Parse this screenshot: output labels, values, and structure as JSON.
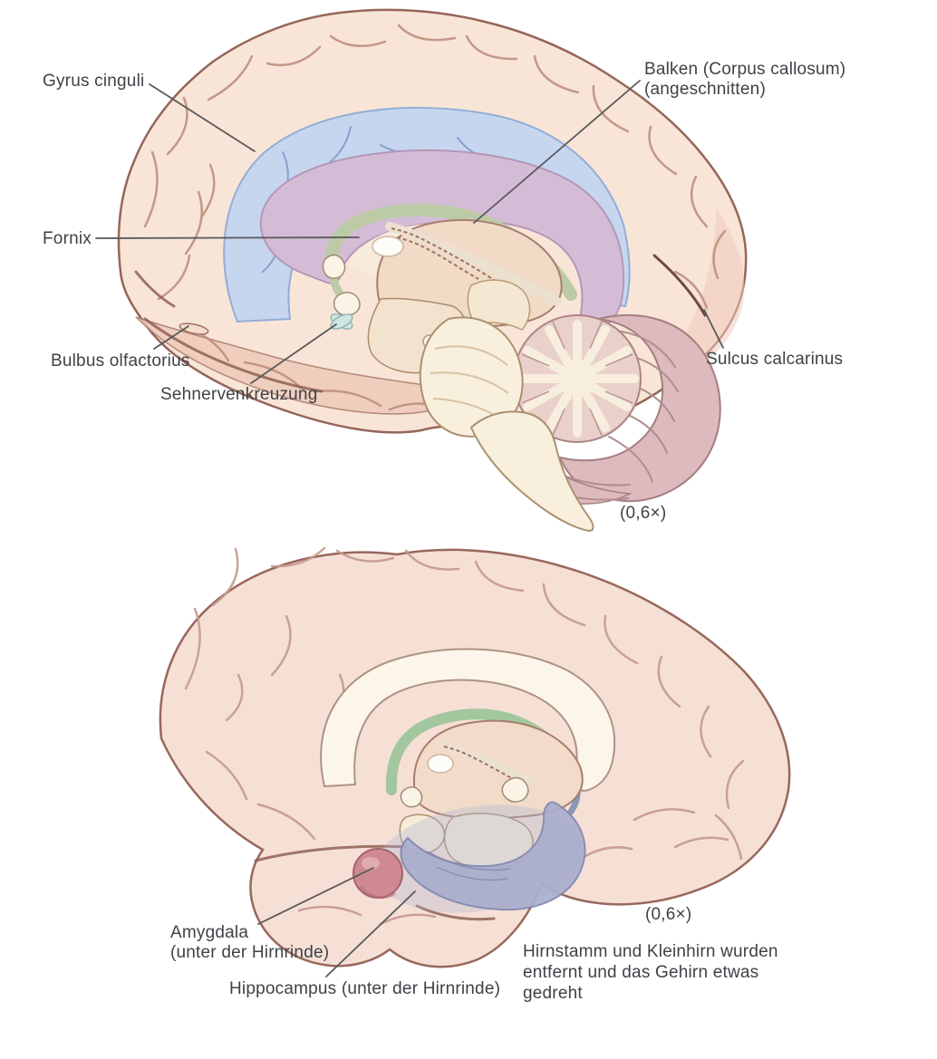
{
  "figure_type": "anatomical-diagram",
  "language": "de",
  "top_figure": {
    "description_role": "medial view of brain with limbic structures highlighted",
    "labels": {
      "gyrus_cinguli": "Gyrus cinguli",
      "balken_line1": "Balken (Corpus callosum)",
      "balken_line2": "(angeschnitten)",
      "fornix": "Fornix",
      "bulbus_olfactorius": "Bulbus olfactorius",
      "sehnervenkreuzung": "Sehnervenkreuzung",
      "sulcus_calcarinus": "Sulcus calcarinus",
      "scale": "(0,6×)"
    }
  },
  "bottom_figure": {
    "description_role": "brain with brainstem and cerebellum removed, amygdala and hippocampus shown",
    "labels": {
      "amygdala_line1": "Amygdala",
      "amygdala_line2": "(unter der Hirnrinde)",
      "hippocampus": "Hippocampus (unter der Hirnrinde)",
      "scale": "(0,6×)"
    },
    "caption": {
      "line1": "Hirnstamm und Kleinhirn wurden",
      "line2": "entfernt und das Gehirn etwas",
      "line3": "gedreht"
    }
  },
  "colors": {
    "background": "#ffffff",
    "label_text": "#3e4247",
    "leader_line": "#5a5a5a",
    "cortex": "#f8e5d8",
    "cortex_outline": "#96655a",
    "temporal_shading": "#eecaba",
    "cingulate_blue": "#c6d6ef",
    "corpus_callosum_mauve": "#d5bcd6",
    "fornix_green_top": "#bccba6",
    "fornix_green_bottom": "#a2c79e",
    "septum_cream": "#f7ebdb",
    "thalamus_cream": "#f1dbc7",
    "brainstem_cream": "#f8f0dc",
    "cerebellum_pink": "#dcbabd",
    "vermis_pink": "#ead0cb",
    "arbor_vitae_cream": "#f7eedd",
    "optic_chiasm_cyan": "#cfe6e2",
    "corpus_callosum_white": "#fbf5ea",
    "hippocampus_blue": "#a9aecd",
    "amygdala_red": "#cf8a91"
  }
}
